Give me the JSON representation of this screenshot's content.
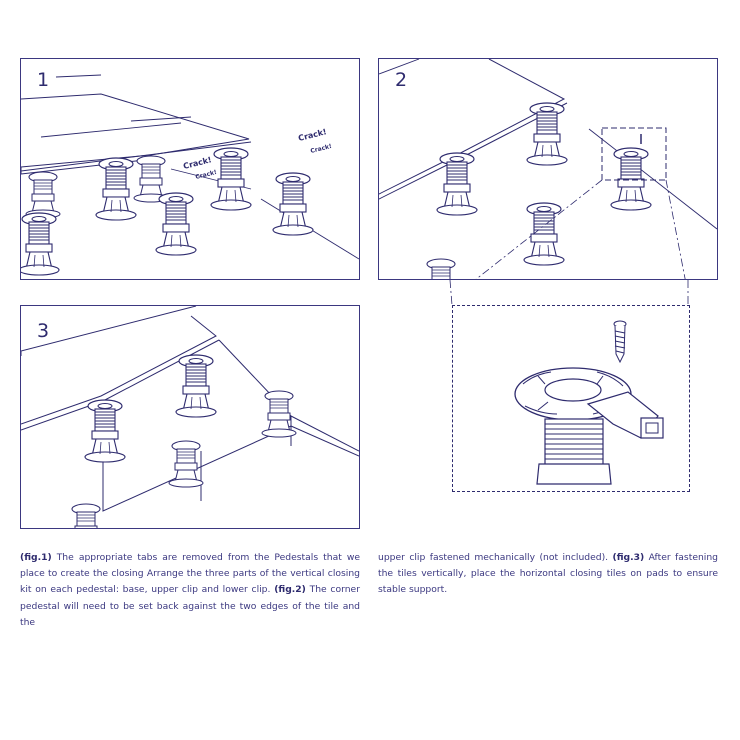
{
  "panels": [
    {
      "number": "1"
    },
    {
      "number": "2"
    },
    {
      "number": "3"
    }
  ],
  "sounds": {
    "crack_big": "Crack!",
    "crack_small": "Crack!"
  },
  "captions": {
    "left": {
      "fig1_label": "(fig.1)",
      "fig1_text": " The appropriate tabs are removed from the Pedestals that we place to create the closing Arrange the three parts of the vertical closing kit on each pedestal: base, upper clip and lower clip. ",
      "fig2_label": "(fig.2)",
      "fig2_text": " The corner pedestal will need to be set back against the two edges of the tile and the"
    },
    "right": {
      "text1": "upper clip fastened mechanically (not included). ",
      "fig3_label": "(fig.3)",
      "text2": " After fastening the tiles vertically, place the horizontal closing tiles on pads to ensure stable support."
    }
  },
  "colors": {
    "ink": "#2e2b6e",
    "line": "#3b3780"
  }
}
